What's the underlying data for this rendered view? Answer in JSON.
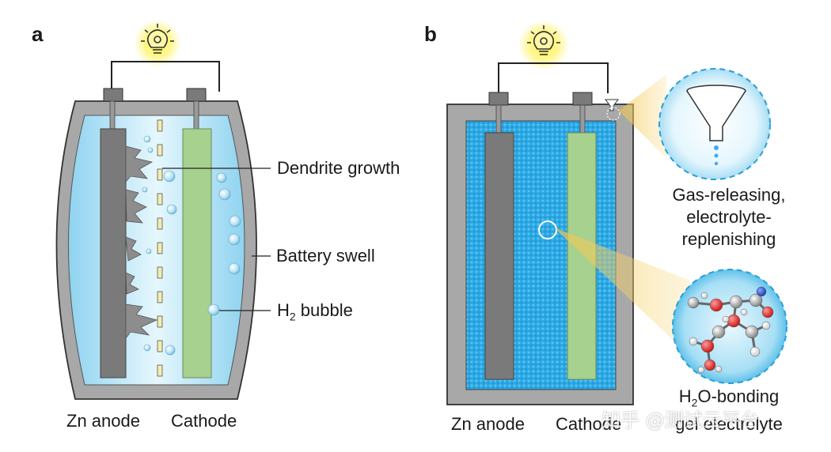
{
  "panels": {
    "a": "a",
    "b": "b"
  },
  "panel_a": {
    "dendrite_label": "Dendrite growth",
    "swell_label": "Battery swell",
    "h2_main": "H",
    "h2_sub": "2",
    "h2_rest": " bubble",
    "anode_label": "Zn anode",
    "cathode_label": "Cathode"
  },
  "panel_b": {
    "gas_line1": "Gas-releasing,",
    "gas_line2": "electrolyte-",
    "gas_line3": "replenishing",
    "h2o_main": "H",
    "h2o_sub": "2",
    "h2o_rest": "O-bonding",
    "gel_label": "gel electrolyte",
    "anode_label": "Zn anode",
    "cathode_label": "Cathode"
  },
  "watermark": "知乎 @测试云平台",
  "colors": {
    "casing": "#a8a8a8",
    "electrolyte_a": "#bfe6f7",
    "electrolyte_b": "#29a6e3",
    "anode": "#7a7a7a",
    "cathode": "#a6d18e",
    "bulb_glow": "#fff35c"
  }
}
